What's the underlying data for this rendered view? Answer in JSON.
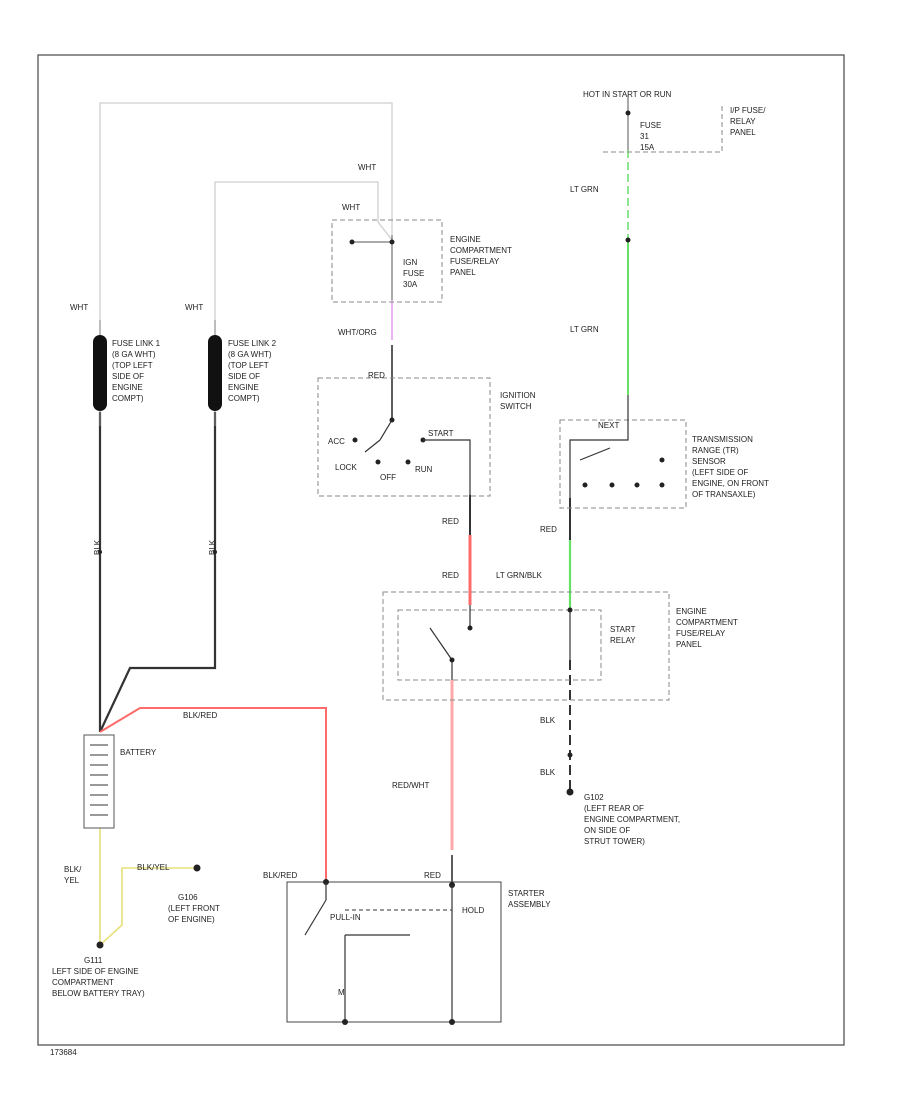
{
  "diagram_id": "173684",
  "colors": {
    "wht": "#cfcfcf",
    "black": "#333333",
    "red": "#ff6b6b",
    "pink": "#ffa8a8",
    "violet": "#e8a0f0",
    "lt_grn": "#66e066",
    "yellow": "#e8e07a",
    "frame": "#555555"
  },
  "labels": {
    "hot_in_start": "HOT IN START OR RUN",
    "fuse_f": "FUSE",
    "fuse_num": "31",
    "fuse_amp": "15A",
    "ip_panel_1": "I/P FUSE/",
    "ip_panel_2": "RELAY",
    "ip_panel_3": "PANEL",
    "lt_grn_1": "LT GRN",
    "lt_grn_2": "LT GRN",
    "wht_top": "WHT",
    "wht_2": "WHT",
    "ign_fuse_1": "IGN",
    "ign_fuse_2": "FUSE",
    "ign_fuse_3": "30A",
    "ecfr_1_1": "ENGINE",
    "ecfr_1_2": "COMPARTMENT",
    "ecfr_1_3": "FUSE/RELAY",
    "ecfr_1_4": "PANEL",
    "wht_org": "WHT/ORG",
    "red_top": "RED",
    "ign_sw_1": "IGNITION",
    "ign_sw_2": "SWITCH",
    "acc": "ACC",
    "start": "START",
    "lock": "LOCK",
    "off": "OFF",
    "run": "RUN",
    "wht_left": "WHT",
    "wht_left2": "WHT",
    "fl1_1": "FUSE LINK 1",
    "fl1_2": "(8 GA WHT)",
    "fl1_3": "(TOP LEFT",
    "fl1_4": "SIDE OF",
    "fl1_5": "ENGINE",
    "fl1_6": "COMPT)",
    "fl2_1": "FUSE LINK 2",
    "fl2_2": "(8 GA WHT)",
    "fl2_3": "(TOP LEFT",
    "fl2_4": "SIDE OF",
    "fl2_5": "ENGINE",
    "fl2_6": "COMPT)",
    "blk_1": "BLK",
    "blk_2": "BLK",
    "red_ign": "RED",
    "red_wire": "RED",
    "tr_1": "TRANSMISSION",
    "tr_2": "RANGE (TR)",
    "tr_3": "SENSOR",
    "tr_4": "(LEFT SIDE OF",
    "tr_5": "ENGINE, ON FRONT",
    "tr_6": "OF TRANSAXLE)",
    "next": "NEXT",
    "red_tr": "RED",
    "lt_grn_blk": "LT GRN/BLK",
    "ecfr_2_1": "ENGINE",
    "ecfr_2_2": "COMPARTMENT",
    "ecfr_2_3": "FUSE/RELAY",
    "ecfr_2_4": "PANEL",
    "start_relay_1": "START",
    "start_relay_2": "RELAY",
    "blk_red": "BLK/RED",
    "battery": "BATTERY",
    "blk_3": "BLK",
    "blk_4": "BLK",
    "g102_1": "G102",
    "g102_2": "(LEFT REAR OF",
    "g102_3": "ENGINE COMPARTMENT,",
    "g102_4": "ON SIDE OF",
    "g102_5": "STRUT TOWER)",
    "red_wht": "RED/WHT",
    "blk_yel_1": "BLK/",
    "blk_yel_2": "YEL",
    "g106_wire": "BLK/YEL",
    "g106_1": "G106",
    "g106_2": "(LEFT FRONT",
    "g106_3": "OF ENGINE)",
    "g111_1": "G111",
    "g111_2": "LEFT SIDE OF ENGINE",
    "g111_3": "COMPARTMENT",
    "g111_4": "BELOW BATTERY TRAY)",
    "blk_red_2": "BLK/RED",
    "red_st": "RED",
    "starter_1": "STARTER",
    "starter_2": "ASSEMBLY",
    "pull_in": "PULL-IN",
    "hold": "HOLD",
    "motor": "M"
  }
}
